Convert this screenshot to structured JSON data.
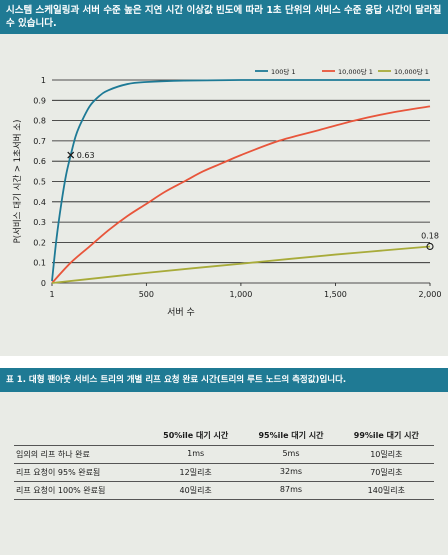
{
  "figure": {
    "caption": "시스템 스케일링과 서버 수준 높은 지연 시간 이상값 빈도에 따라 1초 단위의 서비스 수준 응답 시간이 달라질 수 있습니다."
  },
  "chart_data": {
    "type": "line",
    "xlabel": "서버 수",
    "ylabel": "P(서비스 대기 시간 > 1초서버 소)",
    "xlim": [
      1,
      2000
    ],
    "ylim": [
      0,
      1
    ],
    "xticks": [
      "1",
      "500",
      "1,000",
      "1,500",
      "2,000"
    ],
    "yticks": [
      "0",
      "0.1",
      "0.2",
      "0.3",
      "0.4",
      "0.5",
      "0.6",
      "0.7",
      "0.8",
      "0.9",
      "1"
    ],
    "grid": "horizontal",
    "legend_position": "top-right",
    "series": [
      {
        "name": "100당 1",
        "color": "#1e7a96",
        "x": [
          1,
          25,
          50,
          75,
          100,
          125,
          150,
          200,
          250,
          300,
          400,
          500,
          700,
          1000,
          1500,
          2000
        ],
        "y": [
          0.01,
          0.22,
          0.39,
          0.53,
          0.63,
          0.72,
          0.78,
          0.87,
          0.92,
          0.95,
          0.98,
          0.99,
          0.997,
          1.0,
          1.0,
          1.0
        ]
      },
      {
        "name": "10,000당 1",
        "color": "#e8553b",
        "x": [
          1,
          100,
          200,
          300,
          400,
          500,
          600,
          700,
          800,
          900,
          1000,
          1200,
          1400,
          1600,
          1800,
          2000
        ],
        "y": [
          0.0,
          0.1,
          0.18,
          0.26,
          0.33,
          0.39,
          0.45,
          0.5,
          0.55,
          0.59,
          0.63,
          0.7,
          0.75,
          0.8,
          0.84,
          0.87
        ]
      },
      {
        "name": "10,000당 1",
        "color": "#a8ab3a",
        "x": [
          1,
          250,
          500,
          750,
          1000,
          1250,
          1500,
          1750,
          2000
        ],
        "y": [
          0.0,
          0.025,
          0.05,
          0.073,
          0.095,
          0.118,
          0.14,
          0.16,
          0.18
        ]
      }
    ],
    "annotations": [
      {
        "series": 0,
        "x": 100,
        "y": 0.63,
        "label": "0.63",
        "marker": "x"
      },
      {
        "series": 2,
        "x": 2000,
        "y": 0.18,
        "label": "0.18",
        "marker": "o"
      }
    ]
  },
  "table": {
    "caption": "표 1. 대형 팬아웃 서비스 트리의 개별 리프 요청 완료 시간(트리의 루트 노드의 측정값)입니다.",
    "columns": [
      "",
      "50%ile 대기 시간",
      "95%ile 대기 시간",
      "99%ile 대기 시간"
    ],
    "rows": [
      {
        "label": "임의의 리프 하나 완료",
        "values": [
          "1ms",
          "5ms",
          "10밀리초"
        ]
      },
      {
        "label": "리프 요청이 95% 완료됨",
        "values": [
          "12밀리초",
          "32ms",
          "70밀리초"
        ]
      },
      {
        "label": "리프 요청이 100% 완료됨",
        "values": [
          "40밀리초",
          "87ms",
          "140밀리초"
        ]
      }
    ]
  }
}
